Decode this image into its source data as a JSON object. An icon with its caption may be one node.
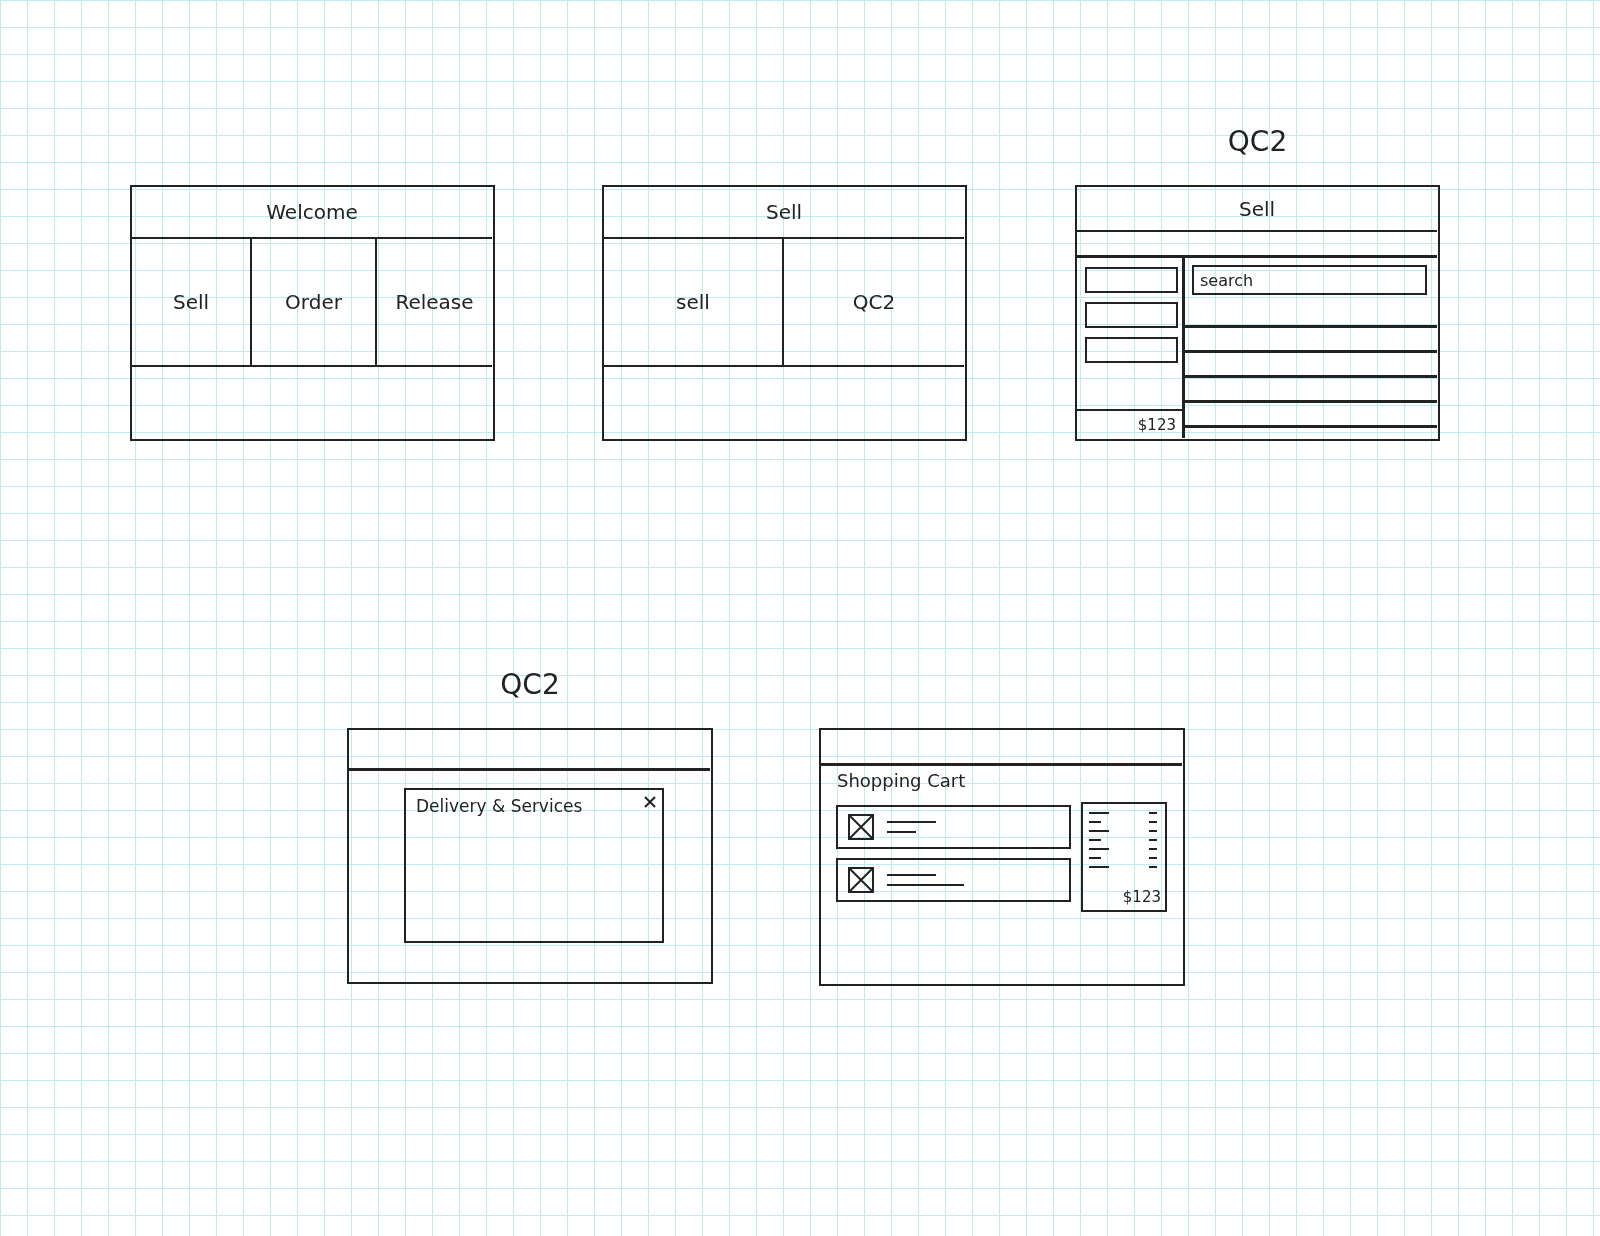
{
  "diagram": {
    "nodes": [
      {
        "text": [],
        "shape": "box"
      },
      {
        "text": [
          "Welcome"
        ],
        "in": 0
      },
      {
        "text": [
          "Sell"
        ],
        "in": 0
      },
      {
        "text": [
          "Order"
        ],
        "in": 0
      },
      {
        "text": [
          "Release"
        ],
        "in": 0
      },
      {
        "text": [],
        "shape": "box"
      },
      {
        "text": [
          "Sell"
        ],
        "in": 5
      },
      {
        "text": [
          "sell"
        ],
        "in": 5
      },
      {
        "text": [
          "QC2"
        ],
        "in": 5
      },
      {
        "text": [
          "QC2"
        ]
      },
      {
        "text": [
          "Sell"
        ],
        "in": 9
      },
      {
        "text": [],
        "shape": "box",
        "in": 9
      },
      {
        "text": [],
        "shape": "box",
        "in": 9
      },
      {
        "text": [],
        "shape": "box",
        "in": 9
      },
      {
        "text": [
          "search"
        ],
        "in": 9
      },
      {
        "text": [
          "$123"
        ],
        "in": 9
      },
      {
        "text": [
          "QC2"
        ]
      },
      {
        "text": [
          "Delivery & Services"
        ],
        "in": 16
      },
      {
        "text": [],
        "shape": "box"
      },
      {
        "text": [],
        "shape": "box",
        "in": 18
      },
      {
        "text": [],
        "shape": "box",
        "in": 18
      },
      {
        "text": [
          "$123"
        ],
        "in": 18
      }
    ],
    "edges": [],
    "labels": [
      "Shopping Cart"
    ]
  }
}
